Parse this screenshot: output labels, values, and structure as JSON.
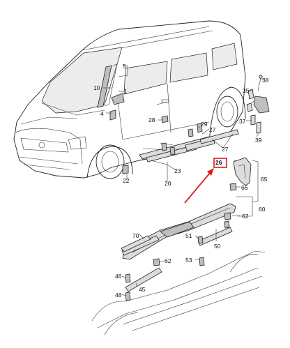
{
  "diagram": {
    "labels": {
      "l5": "5",
      "l10": "10",
      "l1": "1",
      "l4": "4",
      "l38": "38",
      "l35": "35",
      "l37": "37",
      "l39": "39",
      "l28": "28",
      "l29": "29",
      "l27a": "27",
      "l27b": "27",
      "l26": "26",
      "l65": "65",
      "l66": "66",
      "l60": "60",
      "l62a": "62",
      "l62b": "62",
      "l22": "22",
      "l23": "23",
      "l20": "20",
      "l70": "70",
      "l51": "51",
      "l50": "50",
      "l53": "53",
      "l46": "46",
      "l45": "45",
      "l48": "48"
    },
    "highlight": {
      "label": "26",
      "color": "#e01b1b"
    },
    "arrow_color": "#e01b1b"
  }
}
